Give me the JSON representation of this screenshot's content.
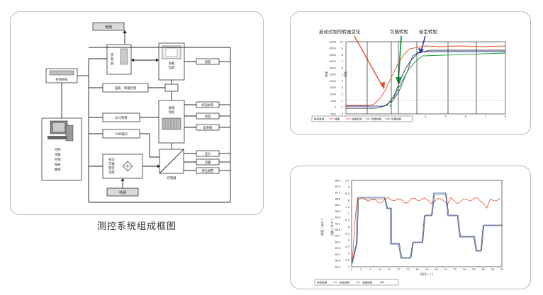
{
  "caption": "测控系统组成框图",
  "diagram": {
    "grid": "电网",
    "inverter": "变频器",
    "load_motor": "加载电机",
    "control_cabinet": "控制柜组",
    "pc_label": "控制采集存储报表曲线",
    "torque_speed": "扭矩、转速检测",
    "water_cooling": "水冷系统",
    "can": "CAN通讯",
    "tested_motor": "被测电机",
    "dc_power": "直流可调稳定电源",
    "grid_bottom": "电网",
    "controller": "控制器",
    "right_top": [
      "温度"
    ],
    "right_mid": [
      "绕电加热",
      "温度",
      "电参数"
    ],
    "right_bottom": [
      "压力",
      "流量",
      "温度",
      "液位报警"
    ]
  },
  "chart_top": {
    "annotations": [
      "启动过程的转速变化",
      "负载转矩",
      "给定转矩"
    ],
    "legend": [
      "电机转速",
      "转速",
      "转速反馈",
      "给定转矩",
      "负载转矩"
    ],
    "left_ticks": [
      "5000",
      "4500",
      "4000",
      "3500",
      "3000",
      "2500",
      "2000",
      "1500",
      "1000",
      "500",
      "0",
      "-500"
    ],
    "right_ticks": [
      "10",
      "9",
      "8",
      "7",
      "6",
      "5",
      "4",
      "3",
      "2",
      "1",
      "0",
      "-1"
    ],
    "x_ticks": [
      "0",
      "1",
      "2",
      "3",
      "4",
      "5",
      "6",
      "7",
      "8"
    ],
    "ylabel": "转速",
    "ylabel_right": "转矩",
    "colors": {
      "speed": "#e8502a",
      "torque_given": "#2e3b9a",
      "torque_load": "#1a9a3a",
      "measured": "#333333"
    }
  },
  "chart_bottom": {
    "left_ticks": [
      "680",
      "676",
      "672",
      "668",
      "664",
      "660",
      "656",
      "652",
      "648",
      "644",
      "640",
      "636",
      "632",
      "628",
      "624"
    ],
    "right_ticks": [
      "9.5",
      "9",
      "8.5",
      "8",
      "7.5",
      "7",
      "6.5",
      "6",
      "5.5",
      "5",
      "4.5",
      "4",
      "3.5",
      "3"
    ],
    "x_ticks": [
      "0",
      "2",
      "4",
      "6",
      "8",
      "10",
      "12",
      "14",
      "16",
      "18",
      "20",
      "22",
      "24",
      "26",
      "28",
      "30",
      "32"
    ],
    "xlabel": "时间 ( s )",
    "ylabel": "转速 ( rpm )",
    "ylabel_right": "扭矩 ( N.m )",
    "legend": [
      "电机转速",
      "给定转矩",
      "测量转矩"
    ],
    "colors": {
      "speed": "#e8502a",
      "given": "#5a6fb0",
      "measured": "#333333"
    }
  }
}
